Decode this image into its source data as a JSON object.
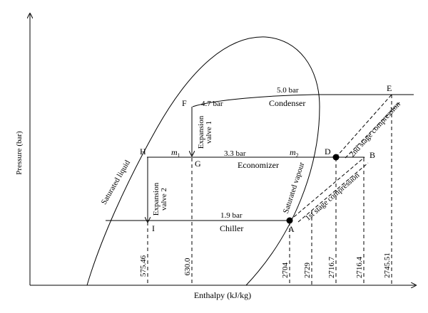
{
  "axes": {
    "y_label": "Pressure (bar)",
    "x_label": "Enthalpy (kJ/kg)"
  },
  "points": {
    "A": "A",
    "B": "B",
    "D": "D",
    "E": "E",
    "F": "F",
    "G": "G",
    "H": "H",
    "I": "I"
  },
  "pressures": {
    "condenser": "5.0 bar",
    "valve_inlet": "4.7 bar",
    "economizer": "3.3 bar",
    "chiller": "1.9 bar"
  },
  "components": {
    "condenser": "Condenser",
    "economizer": "Economizer",
    "chiller": "Chiller"
  },
  "valves": {
    "valve1_line1": "Expansion",
    "valve1_line2": "valve 1",
    "valve2_line1": "Expansion",
    "valve2_line2": "valve 2"
  },
  "curves": {
    "saturated_liquid": "Saturated liquid",
    "saturated_vapour": "Saturated vapour"
  },
  "compression": {
    "first_stage": "1st stage compression",
    "second_stage": "2nd stage compression"
  },
  "mass_flows": {
    "m1": "m",
    "m1_sub": "1",
    "m2": "m",
    "m2_sub": "2"
  },
  "enthalpy_values": {
    "h_575": "575.46",
    "h_630": "630.0",
    "h_2704": "2704",
    "h_2729": "2729",
    "h_2716_7": "2716.7",
    "h_2716_4": "2716.4",
    "h_2745": "2745.51"
  }
}
